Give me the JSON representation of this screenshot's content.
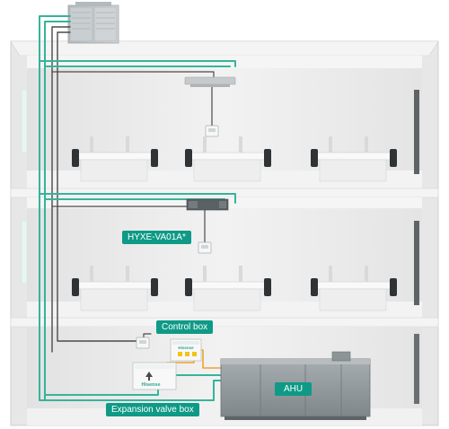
{
  "labels": {
    "controller_model": "HYXE-VA01A*",
    "control_box": "Control box",
    "ahu": "AHU",
    "expansion_valve_box": "Expansion valve box",
    "brand": "Hisense"
  },
  "colors": {
    "accent_teal": "#0e9a86",
    "pipe_teal": "#37b39b",
    "pipe_orange": "#f0a22a",
    "pipe_dark": "#4a4a4a",
    "building_wall": "#ececec",
    "building_floor": "#f6f6f6",
    "ahu_body": "#8f9699"
  },
  "icons": {
    "outdoor_unit": "outdoor-unit-icon",
    "ceiling_indoor_unit": "ceiling-cassette-icon",
    "duct_unit": "duct-unit-icon",
    "wired_controller": "wired-controller-icon",
    "office_desk": "office-desk-icon",
    "office_chair": "office-chair-icon",
    "window": "window-icon",
    "control_box": "control-box-icon",
    "expansion_valve_box": "expansion-valve-box-icon",
    "ahu": "air-handling-unit-icon"
  }
}
